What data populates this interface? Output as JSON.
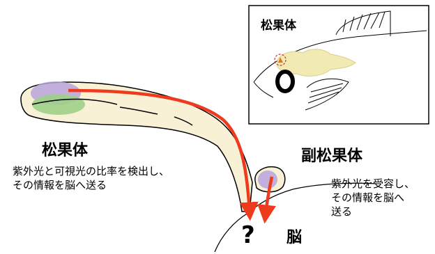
{
  "inset": {
    "title": "松果体"
  },
  "pineal": {
    "label": "松果体",
    "description": "紫外光と可視光の比率を検出し、\nその情報を脳へ送る"
  },
  "parapineal": {
    "label": "副松果体",
    "description": "紫外光を受容し、\nその情報を脳へ\n送る"
  },
  "brain": {
    "label": "脳",
    "unknown_mark": "?"
  },
  "colors": {
    "organ_fill": "#f9f1d6",
    "uv_region": "#b9a3dc",
    "visible_region": "#9fcf88",
    "arrow": "#ee3a1d",
    "inset_brain": "#f1eab2"
  }
}
